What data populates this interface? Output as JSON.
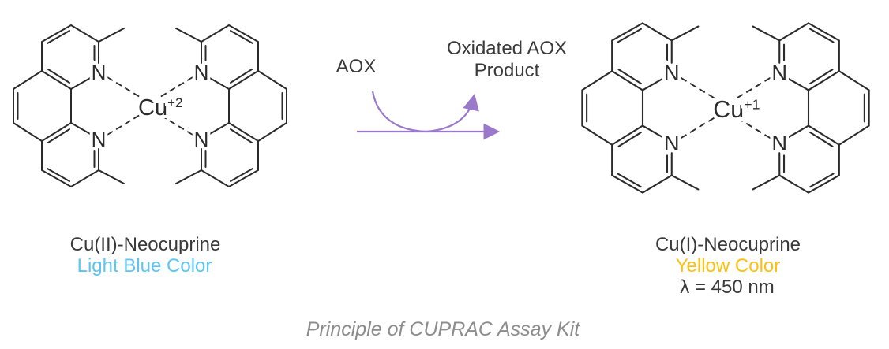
{
  "caption": "Principle of CUPRAC Assay Kit",
  "colors": {
    "bond": "#2b2b2b",
    "text": "#3a3a3a",
    "purple": "#9a79ca",
    "light_blue": "#5bc5f5",
    "yellow": "#fdc010",
    "caption_gray": "#8c8c8c",
    "background": "#ffffff"
  },
  "left_complex": {
    "metal": "Cu",
    "charge": "+2",
    "nitrogen": "N",
    "name": "Cu(II)-Neocuprine",
    "color_note": "Light Blue Color"
  },
  "right_complex": {
    "metal": "Cu",
    "charge": "+1",
    "nitrogen": "N",
    "name": "Cu(I)-Neocuprine",
    "color_note": "Yellow Color",
    "wavelength": "λ = 450 nm"
  },
  "reaction": {
    "substrate": "AOX",
    "product_line1": "Oxidated AOX",
    "product_line2": "Product"
  }
}
